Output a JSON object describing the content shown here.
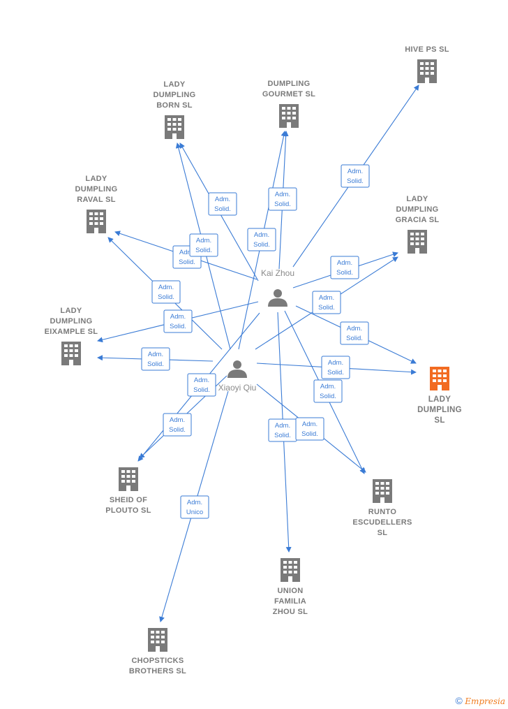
{
  "colors": {
    "edge": "#3a7bd5",
    "building": "#7a7a7a",
    "highlight": "#f26b21",
    "person": "#7a7a7a"
  },
  "people": [
    {
      "id": "kai",
      "name": "Kai Zhou"
    },
    {
      "id": "xiaoyi",
      "name": "Xiaoyi Qiu"
    }
  ],
  "companies": [
    {
      "id": "hive",
      "lines": [
        "HIVE  PS  SL"
      ]
    },
    {
      "id": "born",
      "lines": [
        "LADY",
        "DUMPLING",
        "BORN  SL"
      ]
    },
    {
      "id": "gourmet",
      "lines": [
        "DUMPLING",
        "GOURMET  SL"
      ]
    },
    {
      "id": "raval",
      "lines": [
        "LADY",
        "DUMPLING",
        "RAVAL  SL"
      ]
    },
    {
      "id": "gracia",
      "lines": [
        "LADY",
        "DUMPLING",
        "GRACIA  SL"
      ]
    },
    {
      "id": "eixample",
      "lines": [
        "LADY",
        "DUMPLING",
        "EIXAMPLE  SL"
      ]
    },
    {
      "id": "ladysl",
      "lines": [
        "LADY",
        "DUMPLING",
        "SL"
      ],
      "highlight": true
    },
    {
      "id": "sheid",
      "lines": [
        "SHEID OF",
        "PLOUTO  SL"
      ]
    },
    {
      "id": "runto",
      "lines": [
        "RUNTO",
        "ESCUDELLERS",
        "SL"
      ]
    },
    {
      "id": "union",
      "lines": [
        "UNION",
        "FAMILIA",
        "ZHOU  SL"
      ]
    },
    {
      "id": "chopsticks",
      "lines": [
        "CHOPSTICKS",
        "BROTHERS  SL"
      ]
    }
  ],
  "edges": [
    {
      "from": "kai",
      "to": "hive",
      "label": [
        "Adm.",
        "Solid."
      ]
    },
    {
      "from": "kai",
      "to": "born",
      "label": [
        "Adm.",
        "Solid."
      ]
    },
    {
      "from": "kai",
      "to": "gourmet",
      "label": [
        "Adm.",
        "Solid."
      ]
    },
    {
      "from": "kai",
      "to": "raval",
      "label": [
        "Adm.",
        "Solid."
      ]
    },
    {
      "from": "kai",
      "to": "gracia",
      "label": [
        "Adm.",
        "Solid."
      ]
    },
    {
      "from": "kai",
      "to": "eixample",
      "label": [
        "Adm.",
        "Solid."
      ]
    },
    {
      "from": "kai",
      "to": "ladysl",
      "label": [
        "Adm.",
        "Solid."
      ]
    },
    {
      "from": "kai",
      "to": "sheid",
      "label": [
        "Adm.",
        "Solid."
      ]
    },
    {
      "from": "kai",
      "to": "runto",
      "label": [
        "Adm.",
        "Solid."
      ]
    },
    {
      "from": "kai",
      "to": "union",
      "label": [
        "Adm.",
        "Solid."
      ]
    },
    {
      "from": "xiaoyi",
      "to": "born",
      "label": [
        "Adm.",
        "Solid."
      ]
    },
    {
      "from": "xiaoyi",
      "to": "gourmet",
      "label": [
        "Adm.",
        "Solid."
      ]
    },
    {
      "from": "xiaoyi",
      "to": "raval",
      "label": [
        "Adm.",
        "Solid."
      ]
    },
    {
      "from": "xiaoyi",
      "to": "gracia",
      "label": [
        "Adm.",
        "Solid."
      ]
    },
    {
      "from": "xiaoyi",
      "to": "eixample",
      "label": [
        "Adm.",
        "Solid."
      ]
    },
    {
      "from": "xiaoyi",
      "to": "ladysl",
      "label": [
        "Adm.",
        "Solid."
      ]
    },
    {
      "from": "xiaoyi",
      "to": "sheid",
      "label": [
        "Adm.",
        "Solid."
      ]
    },
    {
      "from": "xiaoyi",
      "to": "runto",
      "label": [
        "Adm.",
        "Solid."
      ]
    },
    {
      "from": "xiaoyi",
      "to": "chopsticks",
      "label": [
        "Adm.",
        "Unico"
      ]
    }
  ],
  "footer": {
    "copyright": "©",
    "brand": "Empresia"
  }
}
